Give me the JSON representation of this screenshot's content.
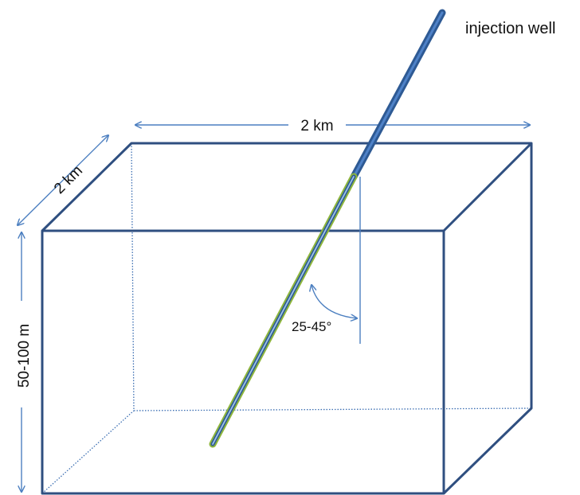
{
  "labels": {
    "well": "injection well",
    "width": "2 km",
    "depth": "2 km",
    "thickness": "50-100 m",
    "angle": "25-45°"
  },
  "colors": {
    "box_edge": "#2F4F80",
    "hidden_edge": "#3B6EB2",
    "dimension": "#4C7FC0",
    "well_outer": "#2E5A94",
    "well_inner": "#4F82C8",
    "screen_outer": "#8DB53C",
    "screen_inner": "#9CC2E8"
  }
}
